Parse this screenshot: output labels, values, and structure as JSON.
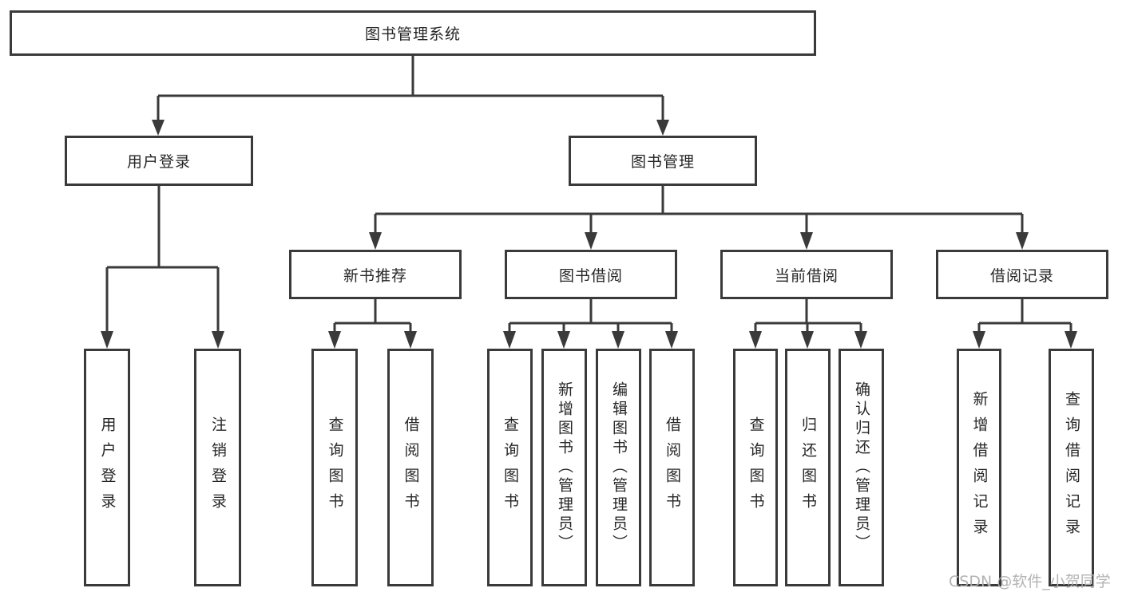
{
  "watermark": {
    "text": "CSDN @软件_小贺同学"
  },
  "colors": {
    "line": "#3a3a3a",
    "text": "#262626",
    "box_background": "#ffffff",
    "watermark": "#afafaf"
  },
  "tree": {
    "label": "图书管理系统",
    "children": [
      {
        "label": "用户登录",
        "children": [
          {
            "label": "用户登录"
          },
          {
            "label": "注销登录"
          }
        ]
      },
      {
        "label": "图书管理",
        "children": [
          {
            "label": "新书推荐",
            "children": [
              {
                "label": "查询图书"
              },
              {
                "label": "借阅图书"
              }
            ]
          },
          {
            "label": "图书借阅",
            "children": [
              {
                "label": "查询图书"
              },
              {
                "label": "新增图书（管理员）"
              },
              {
                "label": "编辑图书（管理员）"
              },
              {
                "label": "借阅图书"
              }
            ]
          },
          {
            "label": "当前借阅",
            "children": [
              {
                "label": "查询图书"
              },
              {
                "label": "归还图书"
              },
              {
                "label": "确认归还（管理员）"
              }
            ]
          },
          {
            "label": "借阅记录",
            "children": [
              {
                "label": "新增借阅记录"
              },
              {
                "label": "查询借阅记录"
              }
            ]
          }
        ]
      }
    ]
  }
}
